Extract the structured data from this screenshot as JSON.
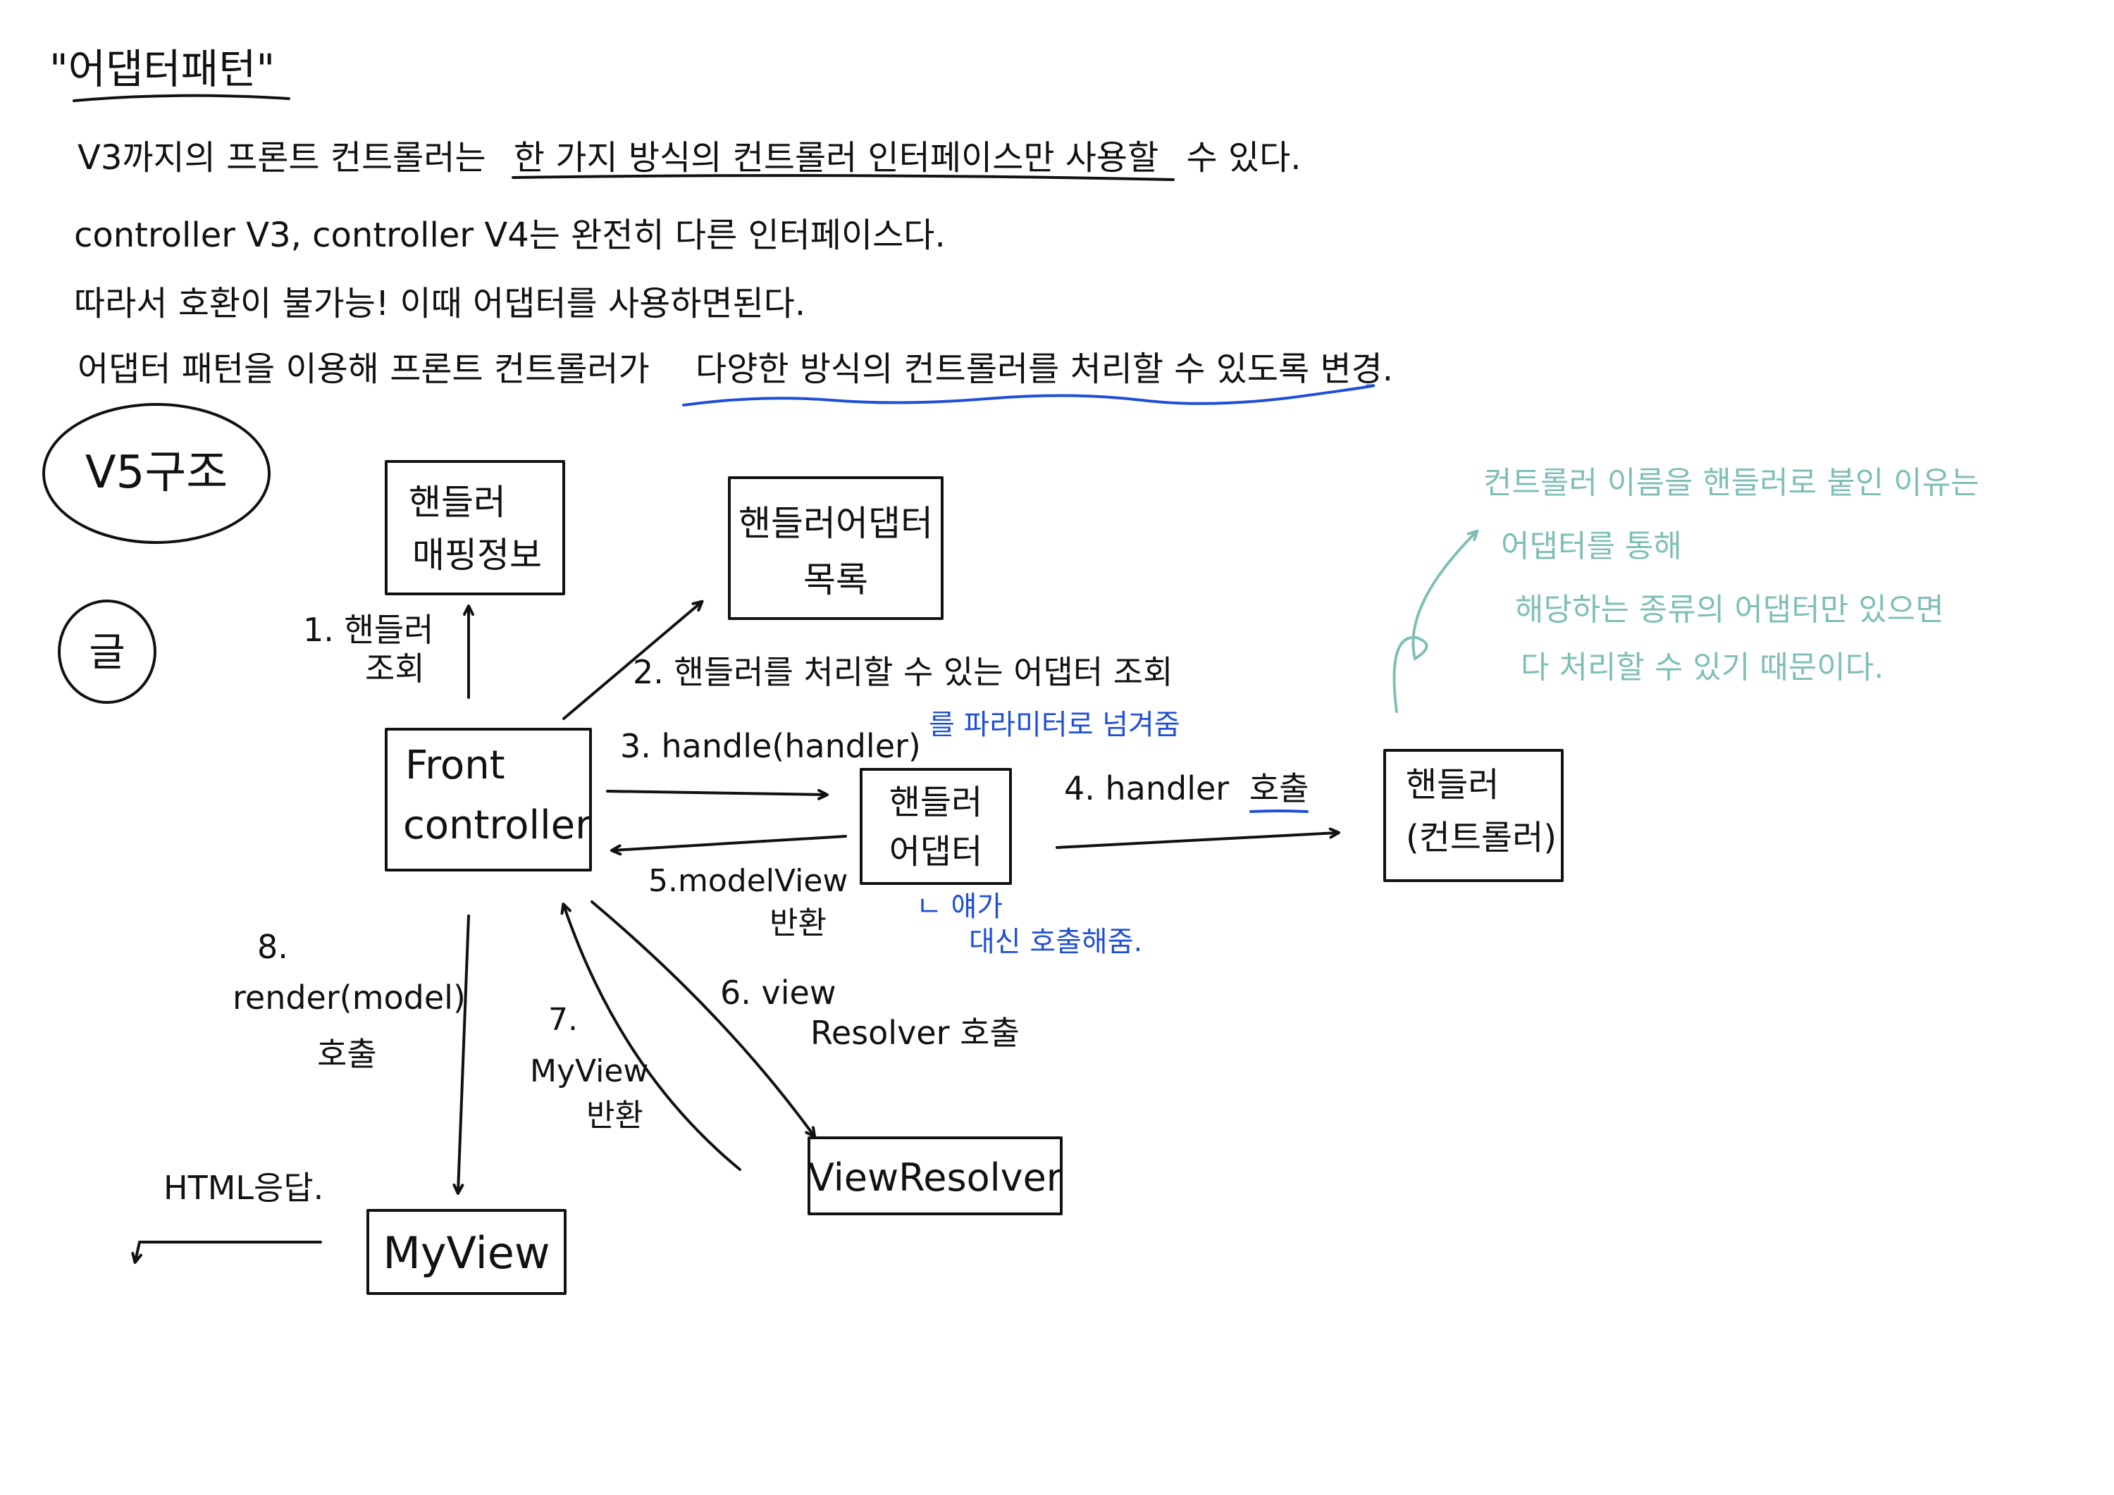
{
  "colors": {
    "ink": "#111111",
    "blue": "#1f4fd8",
    "teal": "#7fbfb6"
  },
  "title": "\"어댑터패턴\"",
  "intro": {
    "line1_pre": "V3까지의 프론트 컨트롤러는",
    "line1_hl": "한 가지 방식의 컨트롤러 인터페이스만 사용할",
    "line1_post": "수 있다.",
    "line2": "controller V3, controller V4는 완전히 다른 인터페이스다.",
    "line3": "따라서 호환이 불가능! 이때 어댑터를 사용하면된다.",
    "line4_pre": "어댑터 패턴을 이용해 프론트 컨트롤러가",
    "line4_hl": "다양한 방식의 컨트롤러를 처리할 수 있도록 변경."
  },
  "v5_label": "V5구조",
  "small_circle_label": "글",
  "boxes": {
    "handler_mapping": [
      "핸들러",
      "매핑정보"
    ],
    "adapter_list": [
      "핸들러어댑터",
      "목록"
    ],
    "front_controller": [
      "Front",
      "controller"
    ],
    "handler_adapter": [
      "핸들러",
      "어댑터"
    ],
    "handler": [
      "핸들러",
      "(컨트롤러)"
    ],
    "view_resolver": "ViewResolver",
    "myview": "MyView"
  },
  "steps": {
    "s1": [
      "1. 핸들러",
      "조회"
    ],
    "s2": "2. 핸들러를 처리할 수 있는 어댑터 조회",
    "s3": "3. handle(handler)",
    "s3_note": "를 파라미터로 넘겨줌",
    "s4_pre": "4. handler",
    "s4_hl": "호출",
    "s5": [
      "5.modelView",
      "반환"
    ],
    "adapter_note": [
      "ㄴ 얘가",
      "대신 호출해줌."
    ],
    "s6": [
      "6. view",
      "Resolver 호출"
    ],
    "s7": [
      "7.",
      "MyView",
      "반환"
    ],
    "s8": [
      "8.",
      "render(model)",
      "호출"
    ],
    "html_response": "HTML응답."
  },
  "side_note": [
    "컨트롤러 이름을 핸들러로 붙인 이유는",
    "어댑터를 통해",
    "해당하는 종류의 어댑터만 있으면",
    "다 처리할 수 있기 때문이다."
  ]
}
